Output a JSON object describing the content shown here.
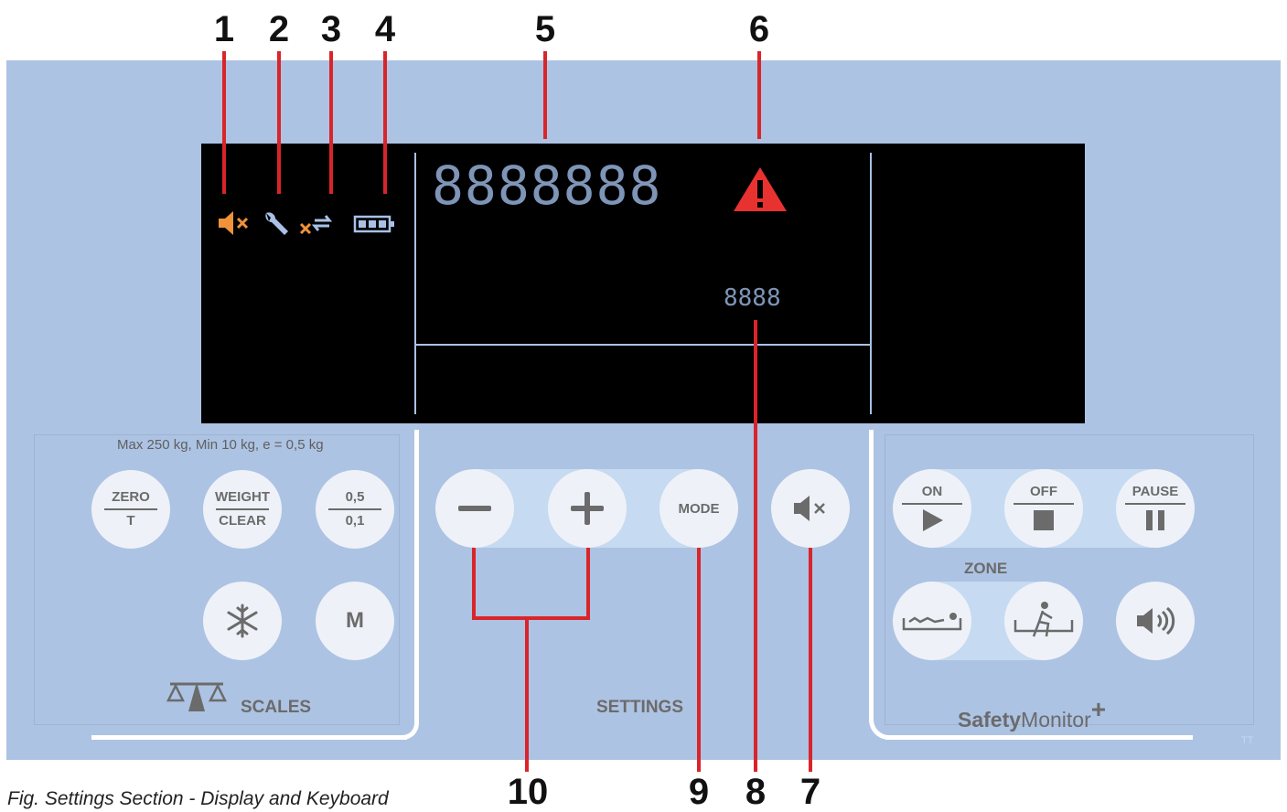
{
  "callouts": [
    "1",
    "2",
    "3",
    "4",
    "5",
    "6",
    "7",
    "8",
    "9",
    "10"
  ],
  "display": {
    "main_segments": "8888888",
    "small_segments": "8888"
  },
  "scales": {
    "spec": "Max 250 kg, Min 10 kg,  e = 0,5 kg",
    "zero_top": "ZERO",
    "zero_bottom": "T",
    "weight_top": "WEIGHT",
    "weight_bottom": "CLEAR",
    "step_top": "0,5",
    "step_bottom": "0,1",
    "m_label": "M",
    "label": "SCALES"
  },
  "settings": {
    "mode_label": "MODE",
    "label": "SETTINGS"
  },
  "safety": {
    "on_label": "ON",
    "off_label": "OFF",
    "pause_label": "PAUSE",
    "zone_label": "ZONE",
    "brand_bold": "Safety",
    "brand_regular": "Monitor",
    "brand_plus": "+"
  },
  "corner_mark": "TT",
  "caption": "Fig. Settings Section - Display and Keyboard",
  "colors": {
    "panel": "#adc3e3",
    "accent_red": "#d9252a",
    "warning_orange": "#f0923a",
    "lcd_blue": "#7e95b7"
  }
}
